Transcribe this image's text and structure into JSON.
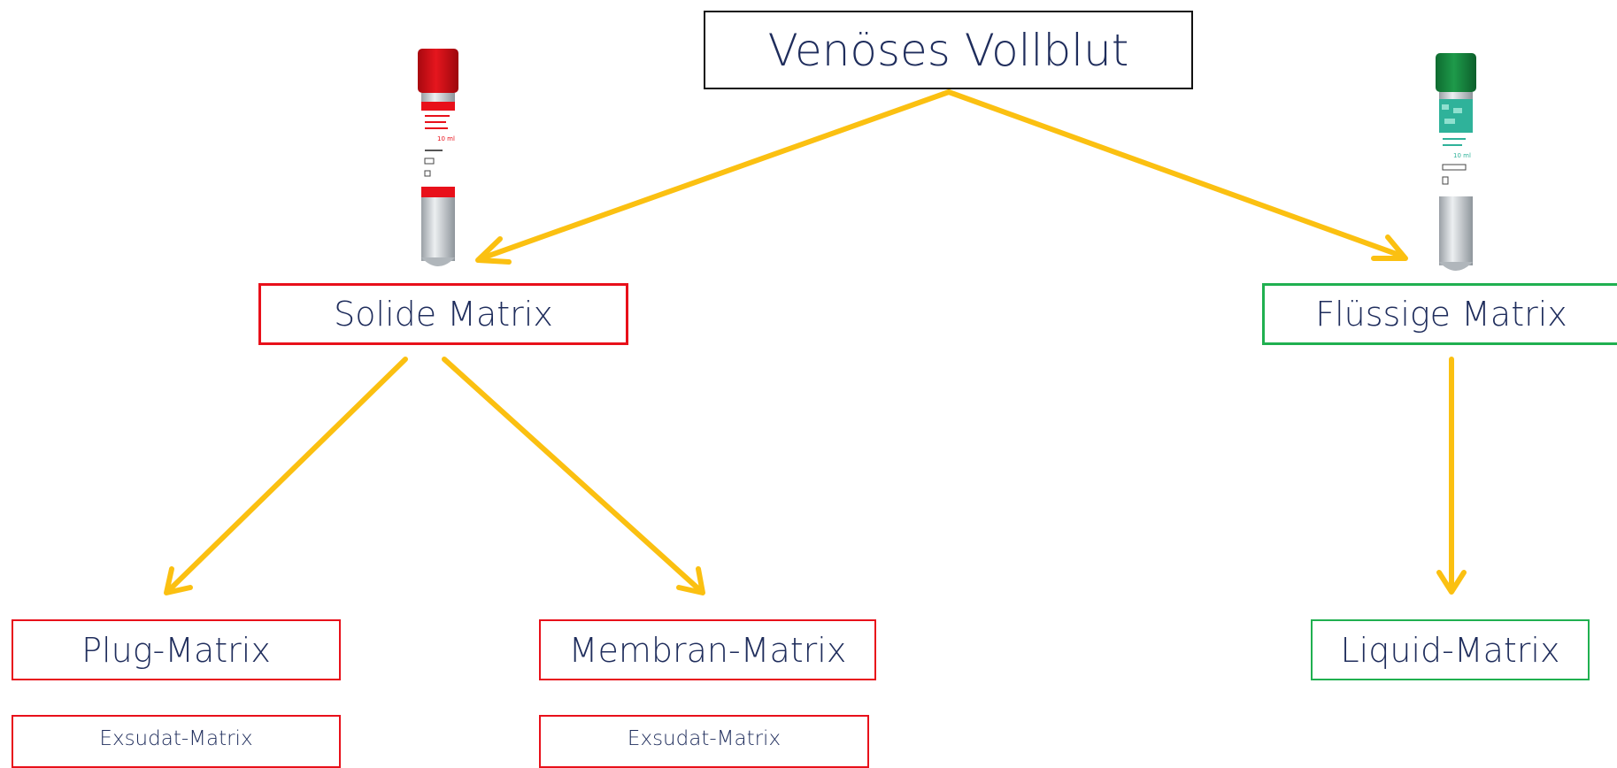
{
  "diagram": {
    "root": {
      "label": "Venöses Vollblut"
    },
    "solid": {
      "label": "Solide Matrix",
      "color": "#e8101a"
    },
    "liquid": {
      "label": "Flüssige Matrix",
      "color": "#20b050"
    },
    "plug": {
      "label": "Plug-Matrix"
    },
    "membran": {
      "label": "Membran-Matrix"
    },
    "liquid_matrix": {
      "label": "Liquid-Matrix"
    },
    "exsudat_left": {
      "label": "Exsudat-Matrix"
    },
    "exsudat_right": {
      "label": "Exsudat-Matrix"
    },
    "arrow_color": "#fbc011",
    "tube_red_label": "10 ml",
    "tube_green_label": "10 ml"
  }
}
